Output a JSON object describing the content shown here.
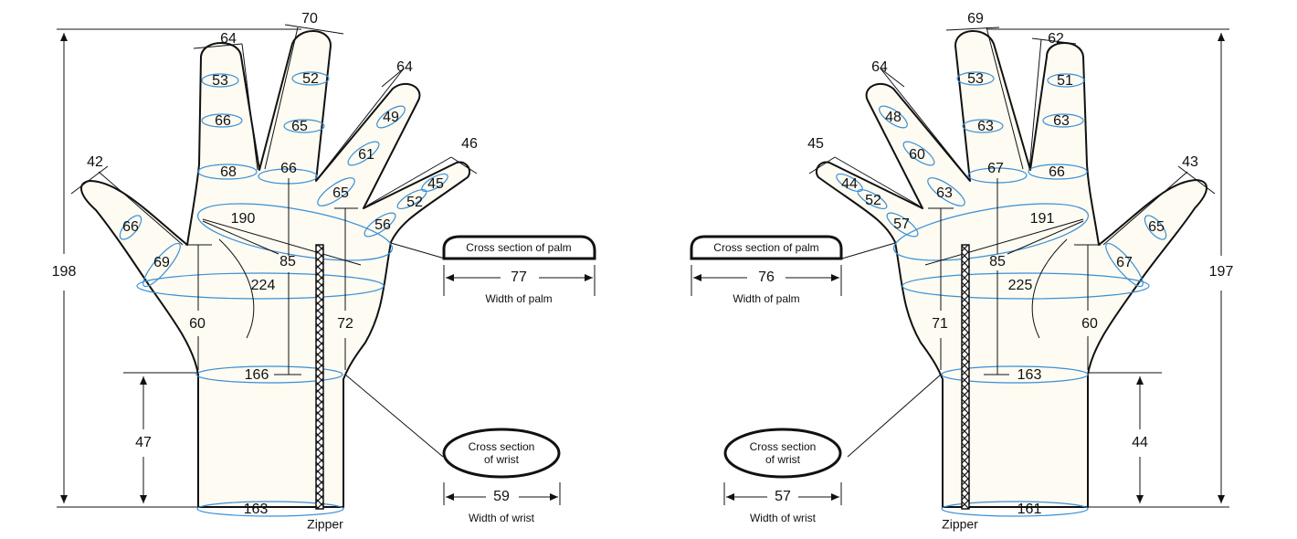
{
  "left": {
    "measures": {
      "thumb_tip": "42",
      "thumb_mid": "66",
      "thumb_base": "69",
      "index_tip": "64",
      "index_1": "53",
      "index_2": "66",
      "index_base": "68",
      "middle_tip": "70",
      "middle_1": "52",
      "middle_2": "65",
      "middle_base": "66",
      "ring_tip": "64",
      "ring_1": "49",
      "ring_2": "61",
      "ring_base": "65",
      "little_tip": "46",
      "little_1": "45",
      "little_2": "52",
      "little_base": "56",
      "palm_diag": "190",
      "palm": "224",
      "middle_len": "85",
      "thumb_len": "60",
      "side_len": "72",
      "total_len": "198",
      "wrist": "166",
      "cuff_len": "47",
      "cuff": "163"
    },
    "palm_cross_label": "Cross section of palm",
    "palm_width": "77",
    "wrist_cross_label_1": "Cross section",
    "wrist_cross_label_2": "of wrist",
    "wrist_width": "59",
    "zipper_label": "Zipper"
  },
  "right": {
    "measures": {
      "thumb_tip": "43",
      "thumb_mid": "65",
      "thumb_base": "67",
      "index_tip": "62",
      "index_1": "51",
      "index_2": "63",
      "index_base": "66",
      "middle_tip": "69",
      "middle_1": "53",
      "middle_2": "63",
      "middle_base": "67",
      "ring_tip": "64",
      "ring_1": "48",
      "ring_2": "60",
      "ring_base": "63",
      "little_tip": "45",
      "little_1": "44",
      "little_2": "52",
      "little_base": "57",
      "palm_diag": "191",
      "palm": "225",
      "middle_len": "85",
      "thumb_len": "60",
      "side_len": "71",
      "total_len": "197",
      "wrist": "163",
      "cuff_len": "44",
      "cuff": "161"
    },
    "palm_cross_label": "Cross section of palm",
    "palm_width": "76",
    "wrist_cross_label_1": "Cross section",
    "wrist_cross_label_2": "of wrist",
    "wrist_width": "57",
    "zipper_label": "Zipper"
  },
  "common": {
    "width_of_palm": "Width of palm",
    "width_of_wrist": "Width of wrist"
  }
}
